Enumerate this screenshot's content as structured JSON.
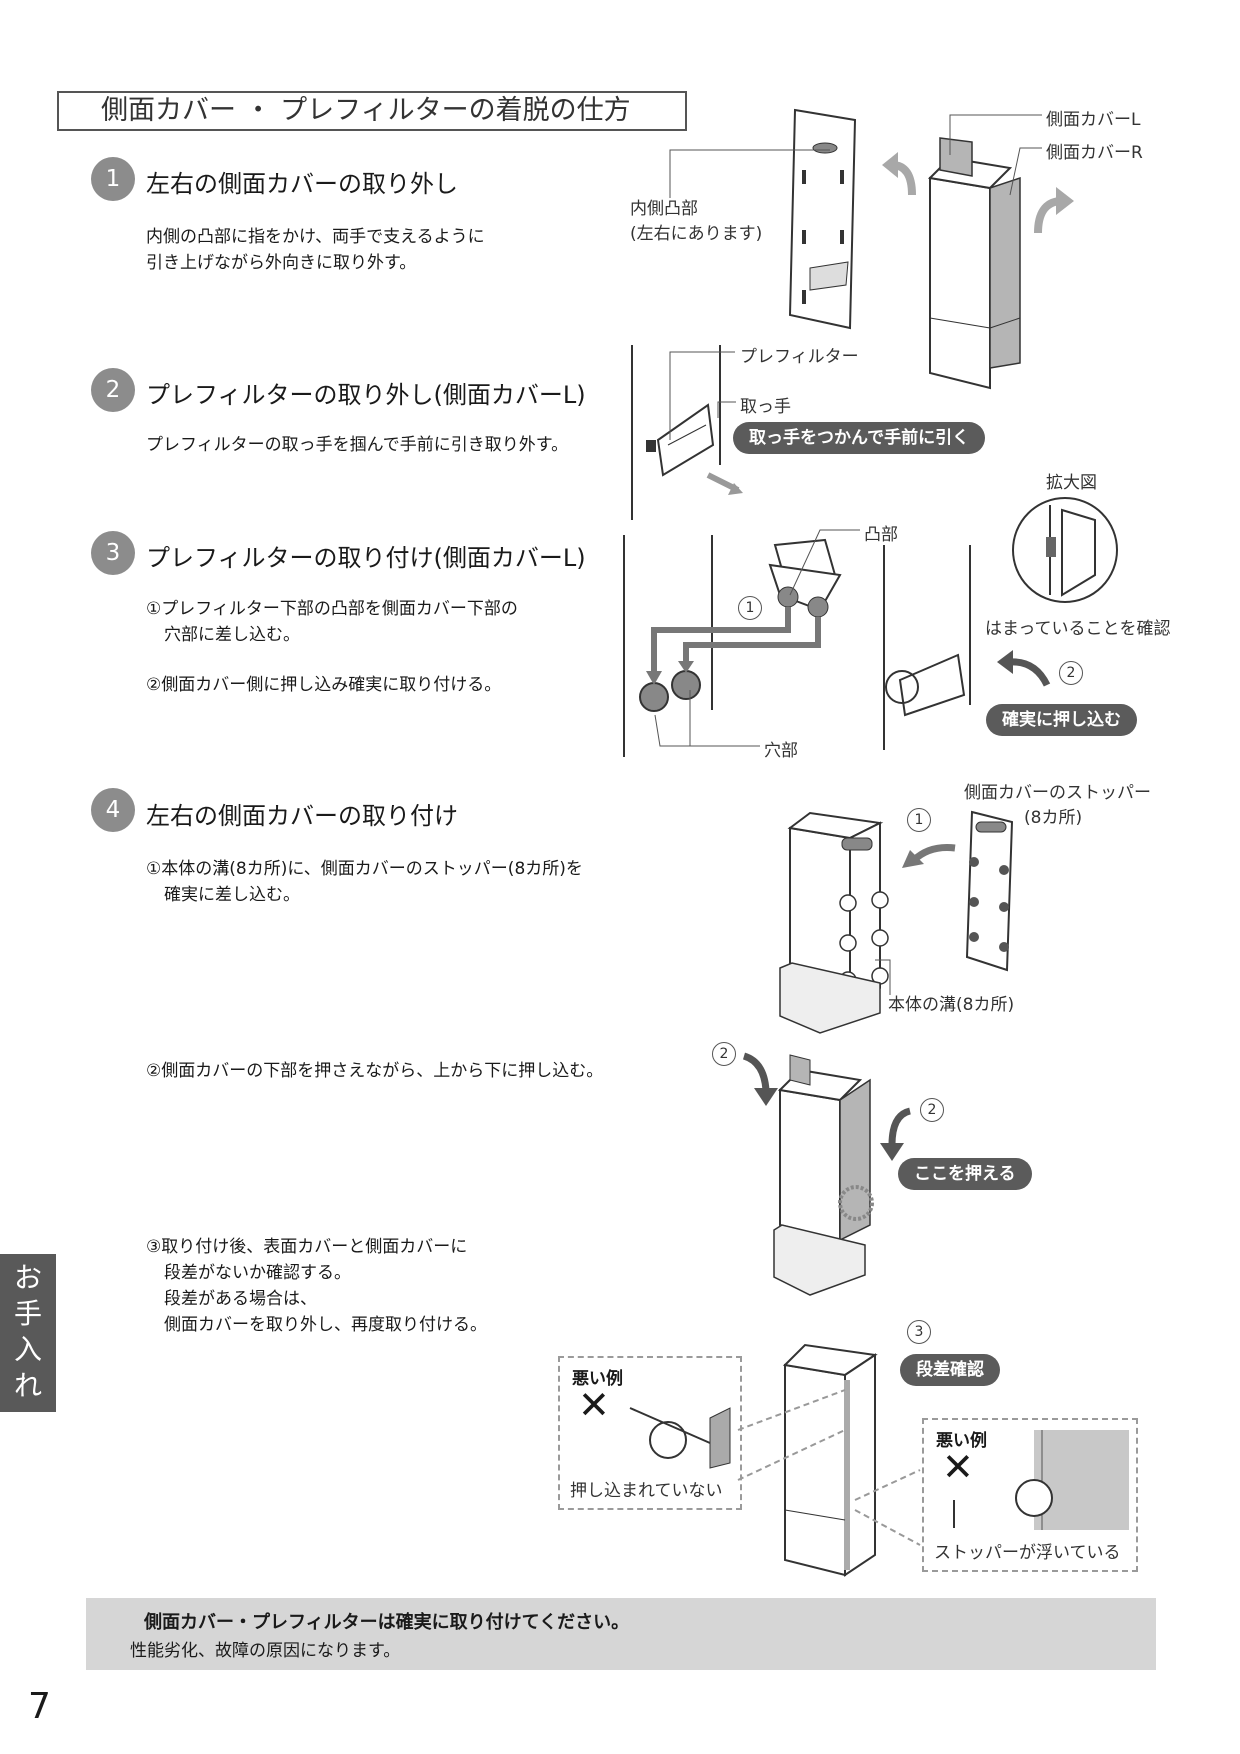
{
  "title": "側面カバー ・ プレフィルターの着脱の仕方",
  "steps": [
    {
      "num": "1",
      "title": "左右の側面カバーの取り外し",
      "lines": [
        "内側の凸部に指をかけ、両手で支えるように",
        "引き上げながら外向きに取り外す。"
      ]
    },
    {
      "num": "2",
      "title": "プレフィルターの取り外し(側面カバーL)",
      "lines": [
        "プレフィルターの取っ手を掴んで手前に引き取り外す。"
      ]
    },
    {
      "num": "3",
      "title": "プレフィルターの取り付け(側面カバーL)",
      "lines": [
        "①プレフィルター下部の凸部を側面カバー下部の",
        "穴部に差し込む。",
        "②側面カバー側に押し込み確実に取り付ける。"
      ]
    },
    {
      "num": "4",
      "title": "左右の側面カバーの取り付け",
      "lines": [
        "①本体の溝(8カ所)に、側面カバーのストッパー(8カ所)を",
        "確実に差し込む。",
        "②側面カバーの下部を押さえながら、上から下に押し込む。",
        "③取り付け後、表面カバーと側面カバーに",
        "段差がないか確認する。",
        "段差がある場合は、",
        "側面カバーを取り外し、再度取り付ける。"
      ]
    }
  ],
  "labels": {
    "inner_bump_1": "内側凸部",
    "inner_bump_2": "(左右にあります)",
    "side_cover_l": "側面カバーL",
    "side_cover_r": "側面カバーR",
    "prefilter": "プレフィルター",
    "handle": "取っ手",
    "bump": "凸部",
    "hole": "穴部",
    "zoom": "拡大図",
    "fitted": "はまっていることを確認",
    "stopper_1": "側面カバーのストッパー",
    "stopper_2": "(8カ所)",
    "groove": "本体の溝(8カ所)",
    "not_pushed": "押し込まれていない",
    "stopper_float": "ストッパーが浮いている",
    "bad_example": "悪い例",
    "bad_mark": "✕"
  },
  "circled": {
    "one": "1",
    "two": "2",
    "three": "3"
  },
  "callouts": {
    "pull_handle": "取っ手をつかんで手前に引く",
    "push_firmly": "確実に押し込む",
    "press_here": "ここを押える",
    "check_step": "段差確認"
  },
  "side_tab": [
    "お",
    "手",
    "入",
    "れ"
  ],
  "note": {
    "bold": "側面カバー・プレフィルターは確実に取り付けてください。",
    "normal": "性能劣化、故障の原因になります。"
  },
  "page_number": "7"
}
